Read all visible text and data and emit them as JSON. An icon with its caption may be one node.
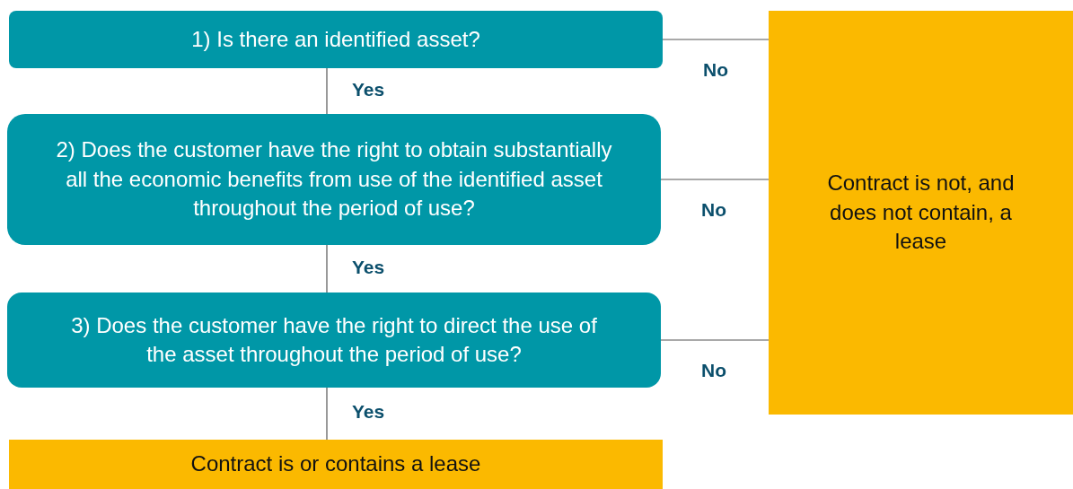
{
  "diagram": {
    "nodes": [
      {
        "text": [
          "1) Is there an identified asset?"
        ]
      },
      {
        "text": [
          "2) Does the customer have the right to obtain substantially all the economic benefits from use of the identified asset throughout the period of use?"
        ]
      },
      {
        "text": [
          "3) Does the customer have the right to direct the use of the asset throughout the period of use?"
        ]
      },
      {
        "text": [
          "Contract is or contains a lease"
        ]
      },
      {
        "text": [
          "Contract is not, and does not contain, a lease"
        ]
      }
    ],
    "edges": [
      {
        "from": 0,
        "to": 1,
        "arrow": "none",
        "label": "Yes"
      },
      {
        "from": 1,
        "to": 2,
        "arrow": "none",
        "label": "Yes"
      },
      {
        "from": 2,
        "to": 3,
        "arrow": "none",
        "label": "Yes"
      },
      {
        "from": 0,
        "to": 4,
        "arrow": "none",
        "label": "No"
      },
      {
        "from": 1,
        "to": 4,
        "arrow": "none",
        "label": "No"
      },
      {
        "from": 2,
        "to": 4,
        "arrow": "none",
        "label": "No"
      }
    ]
  }
}
